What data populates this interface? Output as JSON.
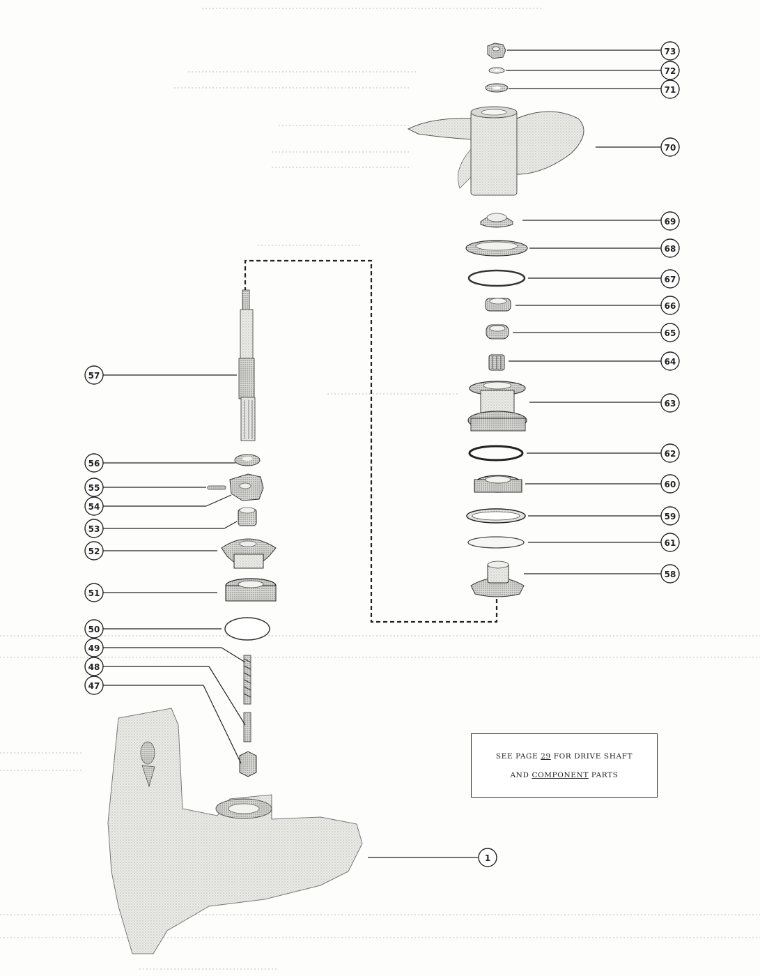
{
  "note": {
    "line1_pre": "SEE PAGE ",
    "page_number": "29",
    "line1_post": " FOR DRIVE SHAFT",
    "line2_pre": "AND ",
    "line2_underlined": "COMPONENT",
    "line2_post": " PARTS"
  },
  "callouts": [
    {
      "id": "73",
      "label": "73"
    },
    {
      "id": "72",
      "label": "72"
    },
    {
      "id": "71",
      "label": "71"
    },
    {
      "id": "70",
      "label": "70"
    },
    {
      "id": "69",
      "label": "69"
    },
    {
      "id": "68",
      "label": "68"
    },
    {
      "id": "67",
      "label": "67"
    },
    {
      "id": "66",
      "label": "66"
    },
    {
      "id": "65",
      "label": "65"
    },
    {
      "id": "64",
      "label": "64"
    },
    {
      "id": "63",
      "label": "63"
    },
    {
      "id": "62",
      "label": "62"
    },
    {
      "id": "60",
      "label": "60"
    },
    {
      "id": "59",
      "label": "59"
    },
    {
      "id": "61",
      "label": "61"
    },
    {
      "id": "58",
      "label": "58"
    },
    {
      "id": "57",
      "label": "57"
    },
    {
      "id": "56",
      "label": "56"
    },
    {
      "id": "55",
      "label": "55"
    },
    {
      "id": "54",
      "label": "54"
    },
    {
      "id": "53",
      "label": "53"
    },
    {
      "id": "52",
      "label": "52"
    },
    {
      "id": "51",
      "label": "51"
    },
    {
      "id": "50",
      "label": "50"
    },
    {
      "id": "49",
      "label": "49"
    },
    {
      "id": "48",
      "label": "48"
    },
    {
      "id": "47",
      "label": "47"
    },
    {
      "id": "1",
      "label": "1"
    }
  ]
}
